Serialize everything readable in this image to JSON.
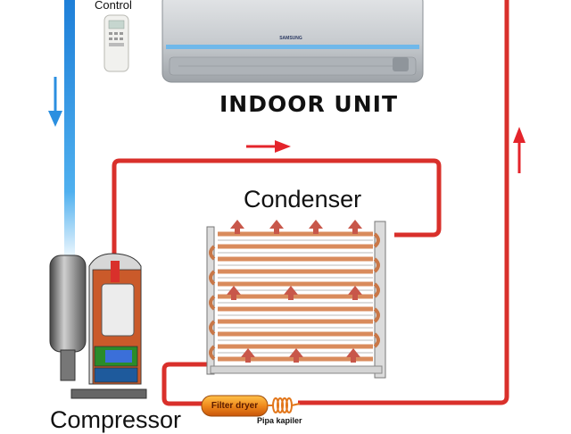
{
  "labels": {
    "remote": "Control",
    "indoor_unit": "INDOOR UNIT",
    "condenser": "Condenser",
    "compressor": "Compressor",
    "filter_dryer": "Filter dryer",
    "capillary": "Pipa kapiler",
    "brand": "SAMSUNG"
  },
  "colors": {
    "hot_pipe": "#d9302b",
    "cold_pipe": "#3a9be0",
    "arrow_hot": "#e4242b",
    "arrow_cold": "#2b8fe0",
    "filter_dryer": "#f08a1c",
    "coil": "#d98b5c"
  }
}
